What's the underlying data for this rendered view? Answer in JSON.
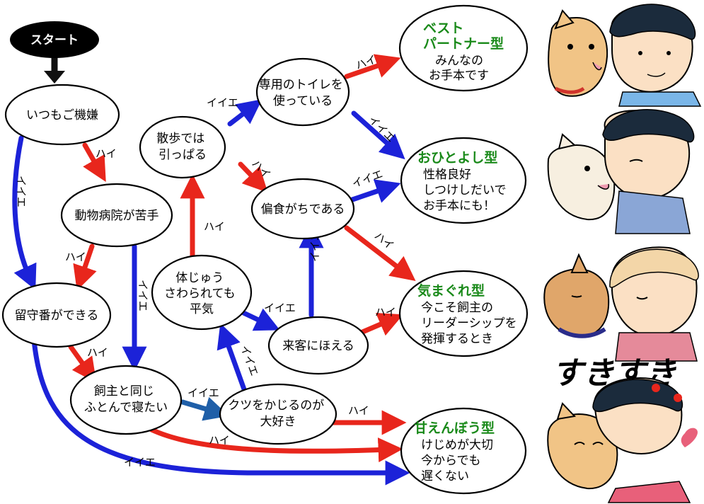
{
  "start": {
    "label": "スタート"
  },
  "nodes": {
    "always_happy": {
      "lines": [
        "いつもご機嫌"
      ]
    },
    "dislikes_vet": {
      "lines": [
        "動物病院が苦手"
      ]
    },
    "can_stay_home": {
      "lines": [
        "留守番ができる"
      ]
    },
    "sleep_with_owner": {
      "lines": [
        "飼主と同じ",
        "ふとんで寝たい"
      ]
    },
    "pulls_on_walk": {
      "lines": [
        "散歩では",
        "引っぱる"
      ]
    },
    "uses_toilet": {
      "lines": [
        "専用のトイレを",
        "使っている"
      ]
    },
    "picky_eater": {
      "lines": [
        "偏食がちである"
      ]
    },
    "ok_being_touched": {
      "lines": [
        "体じゅう",
        "さわられても",
        "平気"
      ]
    },
    "barks_at_visitors": {
      "lines": [
        "来客にほえる"
      ]
    },
    "chews_shoes": {
      "lines": [
        "クツをかじるのが",
        "大好き"
      ]
    }
  },
  "results": {
    "best_partner": {
      "title": [
        "ベスト",
        "パートナー型"
      ],
      "desc": [
        "みんなの",
        "お手本です"
      ]
    },
    "good_natured": {
      "title": [
        "おひとよし型"
      ],
      "desc": [
        "性格良好",
        "しつけしだいで",
        "お手本にも！"
      ]
    },
    "moody": {
      "title": [
        "気まぐれ型"
      ],
      "desc": [
        "今こそ飼主の",
        "リーダーシップを",
        "発揮するとき"
      ]
    },
    "spoiled": {
      "title": [
        "甘えんぼう型"
      ],
      "desc": [
        "けじめが大切",
        "今からでも",
        "遅くない"
      ]
    }
  },
  "labels": {
    "yes": "ハイ",
    "no": "イイエ"
  },
  "decor": {
    "suki": "すきすき"
  },
  "colors": {
    "yes": "#e8261c",
    "no": "#1c22d8",
    "no_alt": "#1f5fa8",
    "result_title": "#1a8a1a"
  }
}
